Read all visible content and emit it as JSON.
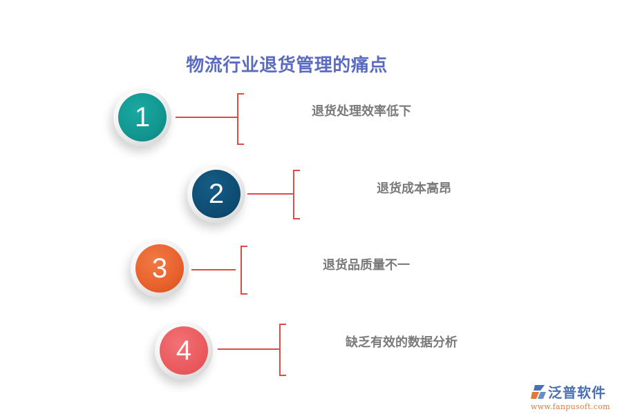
{
  "title": "物流行业退货管理的痛点",
  "colors": {
    "title": "#5b6cc0",
    "connector": "#e04a45",
    "label": "#7a7a7a"
  },
  "items": [
    {
      "number": "1",
      "label": "退货处理效率低下",
      "color": "#139a94"
    },
    {
      "number": "2",
      "label": "退货成本高昂",
      "color": "#0e4d73"
    },
    {
      "number": "3",
      "label": "退货品质量不一",
      "color": "#e8612c"
    },
    {
      "number": "4",
      "label": "缺乏有效的数据分析",
      "color": "#ea5a5e"
    }
  ],
  "logo": {
    "name": "泛普软件",
    "url": "www.fanpusoft.com"
  }
}
